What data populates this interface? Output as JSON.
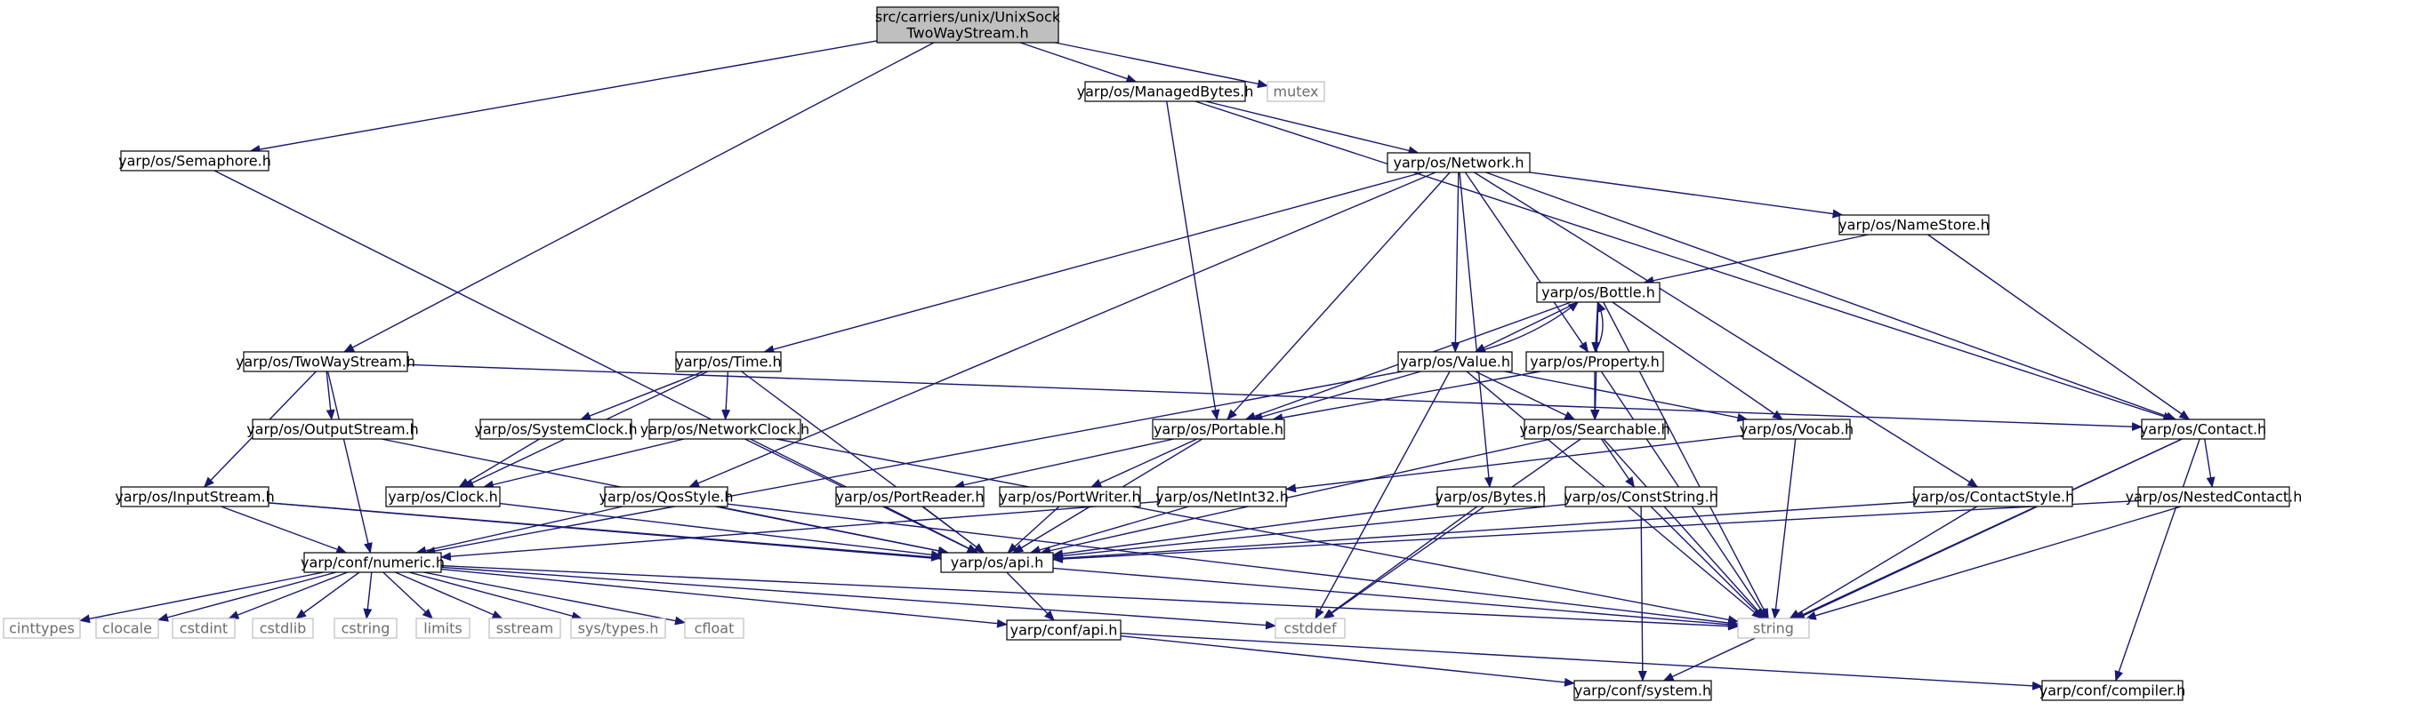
{
  "diagram": {
    "type": "include-dependency-graph",
    "colors": {
      "edge": "#191970",
      "node_border": "#000000",
      "root_fill": "#bfbfbf",
      "node_fill": "#ffffff",
      "external_border": "#bfbfbf",
      "external_text": "#6c6c6c"
    },
    "nodes": [
      {
        "id": "root",
        "lines": [
          "src/carriers/unix/UnixSock",
          "TwoWayStream.h"
        ],
        "kind": "root"
      },
      {
        "id": "managedbytes",
        "lines": [
          "yarp/os/ManagedBytes.h"
        ],
        "kind": "file"
      },
      {
        "id": "mutex",
        "lines": [
          "mutex"
        ],
        "kind": "external"
      },
      {
        "id": "semaphore",
        "lines": [
          "yarp/os/Semaphore.h"
        ],
        "kind": "file"
      },
      {
        "id": "network",
        "lines": [
          "yarp/os/Network.h"
        ],
        "kind": "file"
      },
      {
        "id": "namestore",
        "lines": [
          "yarp/os/NameStore.h"
        ],
        "kind": "file"
      },
      {
        "id": "bottle",
        "lines": [
          "yarp/os/Bottle.h"
        ],
        "kind": "file"
      },
      {
        "id": "twowaystream",
        "lines": [
          "yarp/os/TwoWayStream.h"
        ],
        "kind": "file"
      },
      {
        "id": "time",
        "lines": [
          "yarp/os/Time.h"
        ],
        "kind": "file"
      },
      {
        "id": "value",
        "lines": [
          "yarp/os/Value.h"
        ],
        "kind": "file"
      },
      {
        "id": "property",
        "lines": [
          "yarp/os/Property.h"
        ],
        "kind": "file"
      },
      {
        "id": "outputstream",
        "lines": [
          "yarp/os/OutputStream.h"
        ],
        "kind": "file"
      },
      {
        "id": "systemclock",
        "lines": [
          "yarp/os/SystemClock.h"
        ],
        "kind": "file"
      },
      {
        "id": "networkclock",
        "lines": [
          "yarp/os/NetworkClock.h"
        ],
        "kind": "file"
      },
      {
        "id": "portable",
        "lines": [
          "yarp/os/Portable.h"
        ],
        "kind": "file"
      },
      {
        "id": "searchable",
        "lines": [
          "yarp/os/Searchable.h"
        ],
        "kind": "file"
      },
      {
        "id": "vocab",
        "lines": [
          "yarp/os/Vocab.h"
        ],
        "kind": "file"
      },
      {
        "id": "contact",
        "lines": [
          "yarp/os/Contact.h"
        ],
        "kind": "file"
      },
      {
        "id": "inputstream",
        "lines": [
          "yarp/os/InputStream.h"
        ],
        "kind": "file"
      },
      {
        "id": "clock",
        "lines": [
          "yarp/os/Clock.h"
        ],
        "kind": "file"
      },
      {
        "id": "qosstyle",
        "lines": [
          "yarp/os/QosStyle.h"
        ],
        "kind": "file"
      },
      {
        "id": "portreader",
        "lines": [
          "yarp/os/PortReader.h"
        ],
        "kind": "file"
      },
      {
        "id": "portwriter",
        "lines": [
          "yarp/os/PortWriter.h"
        ],
        "kind": "file"
      },
      {
        "id": "netint32",
        "lines": [
          "yarp/os/NetInt32.h"
        ],
        "kind": "file"
      },
      {
        "id": "bytes",
        "lines": [
          "yarp/os/Bytes.h"
        ],
        "kind": "file"
      },
      {
        "id": "conststring",
        "lines": [
          "yarp/os/ConstString.h"
        ],
        "kind": "file"
      },
      {
        "id": "contactstyle",
        "lines": [
          "yarp/os/ContactStyle.h"
        ],
        "kind": "file"
      },
      {
        "id": "nestedcontact",
        "lines": [
          "yarp/os/NestedContact.h"
        ],
        "kind": "file"
      },
      {
        "id": "numeric",
        "lines": [
          "yarp/conf/numeric.h"
        ],
        "kind": "file"
      },
      {
        "id": "api",
        "lines": [
          "yarp/os/api.h"
        ],
        "kind": "file"
      },
      {
        "id": "cinttypes",
        "lines": [
          "cinttypes"
        ],
        "kind": "external"
      },
      {
        "id": "clocale",
        "lines": [
          "clocale"
        ],
        "kind": "external"
      },
      {
        "id": "cstdint",
        "lines": [
          "cstdint"
        ],
        "kind": "external"
      },
      {
        "id": "cstdlib",
        "lines": [
          "cstdlib"
        ],
        "kind": "external"
      },
      {
        "id": "cstring",
        "lines": [
          "cstring"
        ],
        "kind": "external"
      },
      {
        "id": "limits",
        "lines": [
          "limits"
        ],
        "kind": "external"
      },
      {
        "id": "sstream",
        "lines": [
          "sstream"
        ],
        "kind": "external"
      },
      {
        "id": "systypes",
        "lines": [
          "sys/types.h"
        ],
        "kind": "external"
      },
      {
        "id": "cfloat",
        "lines": [
          "cfloat"
        ],
        "kind": "external"
      },
      {
        "id": "string",
        "lines": [
          "string"
        ],
        "kind": "external"
      },
      {
        "id": "cstddef",
        "lines": [
          "cstddef"
        ],
        "kind": "external"
      },
      {
        "id": "confapi",
        "lines": [
          "yarp/conf/api.h"
        ],
        "kind": "file"
      },
      {
        "id": "system",
        "lines": [
          "yarp/conf/system.h"
        ],
        "kind": "file"
      },
      {
        "id": "compiler",
        "lines": [
          "yarp/conf/compiler.h"
        ],
        "kind": "file"
      }
    ],
    "edges": [
      [
        "root",
        "managedbytes"
      ],
      [
        "root",
        "mutex"
      ],
      [
        "root",
        "semaphore"
      ],
      [
        "root",
        "twowaystream"
      ],
      [
        "managedbytes",
        "network"
      ],
      [
        "managedbytes",
        "portable"
      ],
      [
        "managedbytes",
        "contact"
      ],
      [
        "semaphore",
        "api"
      ],
      [
        "network",
        "namestore"
      ],
      [
        "network",
        "time"
      ],
      [
        "network",
        "value"
      ],
      [
        "network",
        "property"
      ],
      [
        "network",
        "portable"
      ],
      [
        "network",
        "qosstyle"
      ],
      [
        "network",
        "contactstyle"
      ],
      [
        "network",
        "contact"
      ],
      [
        "network",
        "bytes"
      ],
      [
        "namestore",
        "bottle"
      ],
      [
        "namestore",
        "contact"
      ],
      [
        "bottle",
        "value"
      ],
      [
        "bottle",
        "property"
      ],
      [
        "bottle",
        "portable"
      ],
      [
        "bottle",
        "searchable"
      ],
      [
        "bottle",
        "vocab"
      ],
      [
        "bottle",
        "string"
      ],
      [
        "value",
        "bottle"
      ],
      [
        "value",
        "portable"
      ],
      [
        "value",
        "searchable"
      ],
      [
        "value",
        "vocab"
      ],
      [
        "value",
        "numeric"
      ],
      [
        "value",
        "cstddef"
      ],
      [
        "value",
        "string"
      ],
      [
        "property",
        "bottle"
      ],
      [
        "property",
        "portable"
      ],
      [
        "property",
        "searchable"
      ],
      [
        "property",
        "string"
      ],
      [
        "twowaystream",
        "outputstream"
      ],
      [
        "twowaystream",
        "inputstream"
      ],
      [
        "twowaystream",
        "numeric"
      ],
      [
        "twowaystream",
        "contact"
      ],
      [
        "time",
        "systemclock"
      ],
      [
        "time",
        "networkclock"
      ],
      [
        "time",
        "clock"
      ],
      [
        "time",
        "api"
      ],
      [
        "outputstream",
        "api"
      ],
      [
        "systemclock",
        "clock"
      ],
      [
        "networkclock",
        "clock"
      ],
      [
        "networkclock",
        "api"
      ],
      [
        "networkclock",
        "string"
      ],
      [
        "portable",
        "portreader"
      ],
      [
        "portable",
        "portwriter"
      ],
      [
        "portable",
        "api"
      ],
      [
        "searchable",
        "conststring"
      ],
      [
        "searchable",
        "api"
      ],
      [
        "searchable",
        "string"
      ],
      [
        "searchable",
        "cstddef"
      ],
      [
        "vocab",
        "netint32"
      ],
      [
        "vocab",
        "string"
      ],
      [
        "contact",
        "nestedcontact"
      ],
      [
        "contact",
        "string"
      ],
      [
        "contact",
        "system"
      ],
      [
        "contact",
        "compiler"
      ],
      [
        "inputstream",
        "numeric"
      ],
      [
        "inputstream",
        "api"
      ],
      [
        "inputstream",
        "string"
      ],
      [
        "clock",
        "api"
      ],
      [
        "qosstyle",
        "numeric"
      ],
      [
        "qosstyle",
        "api"
      ],
      [
        "qosstyle",
        "string"
      ],
      [
        "portreader",
        "api"
      ],
      [
        "portwriter",
        "api"
      ],
      [
        "netint32",
        "numeric"
      ],
      [
        "netint32",
        "api"
      ],
      [
        "bytes",
        "api"
      ],
      [
        "bytes",
        "cstddef"
      ],
      [
        "conststring",
        "api"
      ],
      [
        "conststring",
        "string"
      ],
      [
        "conststring",
        "system"
      ],
      [
        "contactstyle",
        "api"
      ],
      [
        "contactstyle",
        "string"
      ],
      [
        "nestedcontact",
        "api"
      ],
      [
        "nestedcontact",
        "string"
      ],
      [
        "numeric",
        "cinttypes"
      ],
      [
        "numeric",
        "clocale"
      ],
      [
        "numeric",
        "cstdint"
      ],
      [
        "numeric",
        "cstdlib"
      ],
      [
        "numeric",
        "cstring"
      ],
      [
        "numeric",
        "limits"
      ],
      [
        "numeric",
        "sstream"
      ],
      [
        "numeric",
        "systypes"
      ],
      [
        "numeric",
        "cfloat"
      ],
      [
        "numeric",
        "string"
      ],
      [
        "numeric",
        "cstddef"
      ],
      [
        "numeric",
        "confapi"
      ],
      [
        "api",
        "confapi"
      ],
      [
        "confapi",
        "system"
      ],
      [
        "confapi",
        "compiler"
      ]
    ]
  }
}
